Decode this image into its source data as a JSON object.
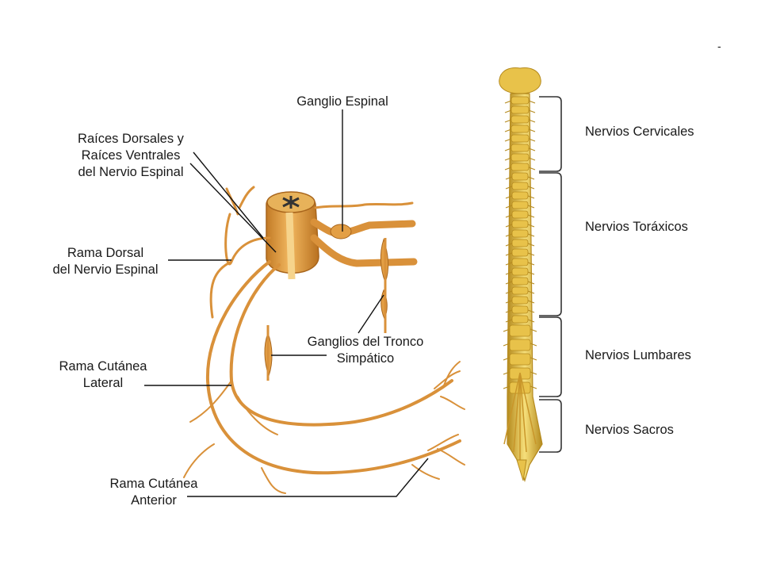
{
  "labels": {
    "ganglio_espinal": "Ganglio Espinal",
    "raices": [
      "Raíces Dorsales y",
      "Raíces Ventrales",
      "del Nervio Espinal"
    ],
    "rama_dorsal": [
      "Rama Dorsal",
      "del Nervio Espinal"
    ],
    "ganglios_tronco": [
      "Ganglios del Tronco",
      "Simpático"
    ],
    "rama_cutanea_lateral": [
      "Rama Cutánea",
      "Lateral"
    ],
    "rama_cutanea_anterior": [
      "Rama Cutánea",
      "Anterior"
    ],
    "nervios_cervicales": "Nervios Cervicales",
    "nervios_toraxicos": "Nervios Toráxicos",
    "nervios_lumbares": "Nervios Lumbares",
    "nervios_sacros": "Nervios Sacros",
    "corner_mark": "-"
  },
  "colors": {
    "nerve": "#d9913a",
    "nerve_light": "#f0b45a",
    "nerve_dark": "#a8651c",
    "bone": "#e8c24a",
    "bone_light": "#f6df7a",
    "bone_dark": "#b58a1e",
    "line": "#111111"
  }
}
